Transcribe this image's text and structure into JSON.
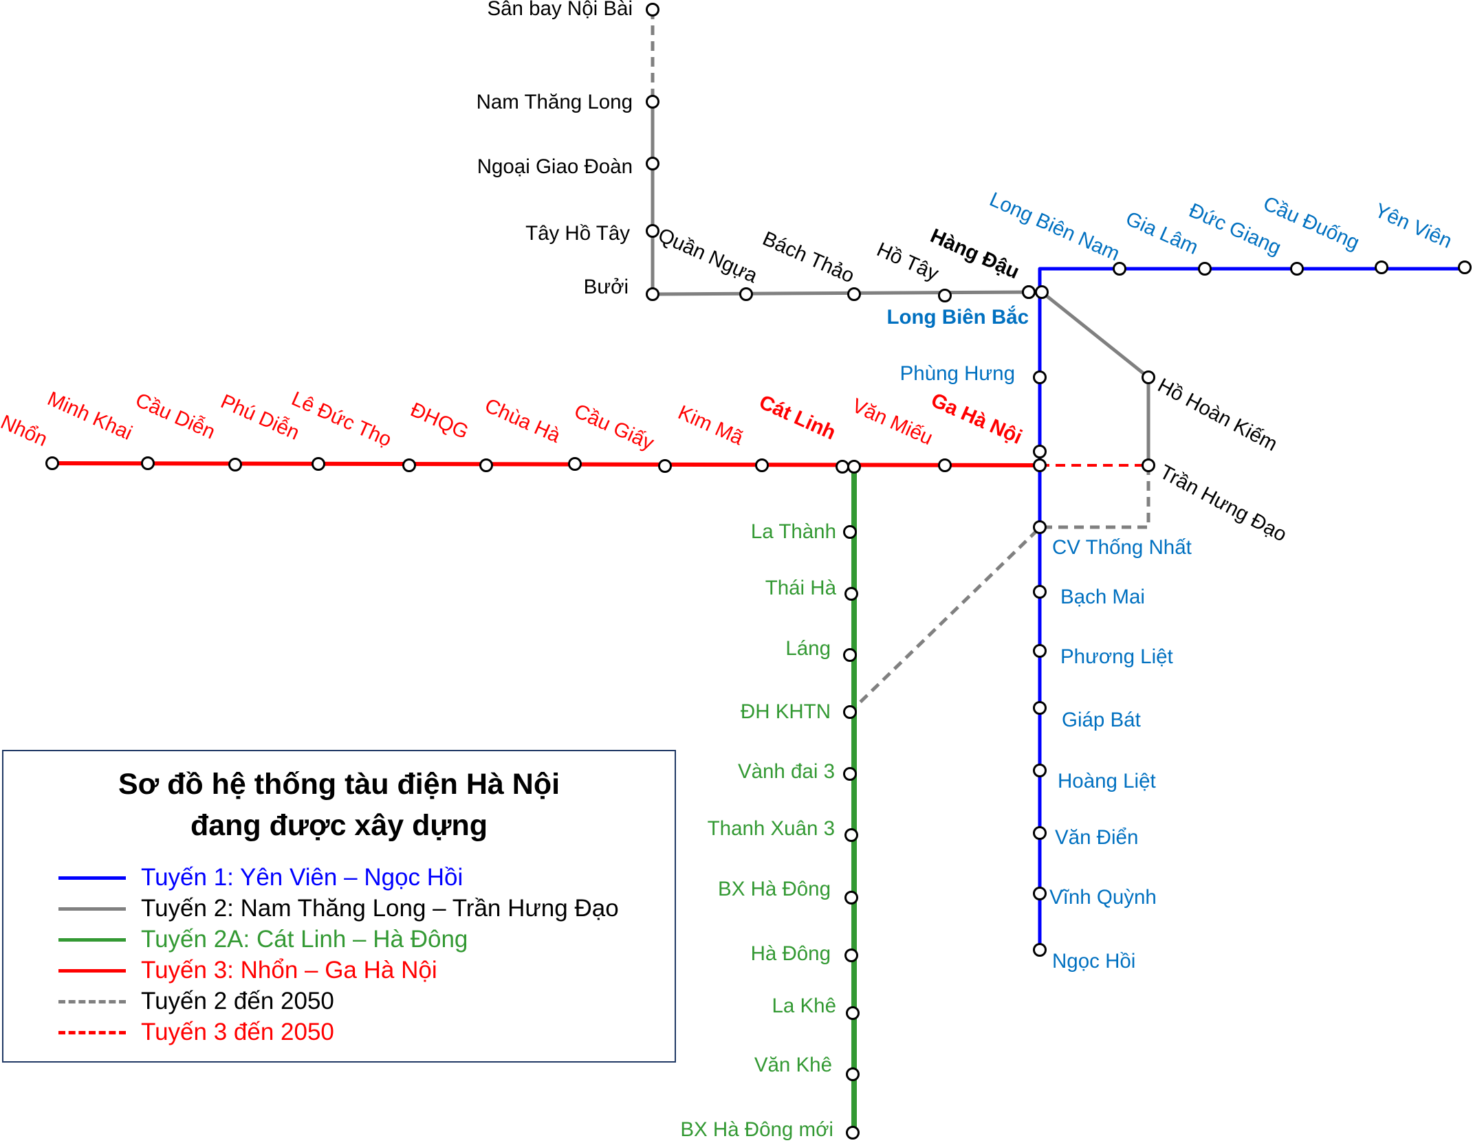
{
  "legend": {
    "title_line1": "Sơ đồ hệ thống tàu điện Hà Nội",
    "title_line2": "đang được xây dựng",
    "items": [
      {
        "label": "Tuyến 1: Yên Viên – Ngọc Hồi",
        "color": "#0000ff",
        "text_color": "#0000ff",
        "dashed": false
      },
      {
        "label": "Tuyến 2: Nam Thăng Long – Trần Hưng Đạo",
        "color": "#808080",
        "text_color": "#000000",
        "dashed": false
      },
      {
        "label": "Tuyến 2A: Cát Linh – Hà Đông",
        "color": "#339933",
        "text_color": "#339933",
        "dashed": false
      },
      {
        "label": "Tuyến 3: Nhổn – Ga Hà Nội",
        "color": "#ff0000",
        "text_color": "#ff0000",
        "dashed": false
      },
      {
        "label": "Tuyến 2 đến 2050",
        "color": "#808080",
        "text_color": "#000000",
        "dashed": true
      },
      {
        "label": "Tuyến 3 đến 2050",
        "color": "#ff0000",
        "text_color": "#ff0000",
        "dashed": true
      }
    ]
  },
  "colors": {
    "line1_blue": "#0000ff",
    "line1_label": "#0070c0",
    "line2_grey": "#808080",
    "line2a_green": "#339933",
    "line2a_label": "#339933",
    "line3_red": "#ff0000",
    "station_fill": "#ffffff",
    "station_stroke": "#000000"
  },
  "stations": {
    "line2": [
      "Sân bay Nội Bài",
      "Nam Thăng Long",
      "Ngoại Giao Đoàn",
      "Tây Hồ Tây",
      "Bưởi",
      "Quần Ngựa",
      "Bách Thảo",
      "Hồ Tây",
      "Hàng Đậu",
      "Hồ Hoàn Kiếm",
      "Trần Hưng Đạo"
    ],
    "line1": [
      "Yên Viên",
      "Cầu Đuống",
      "Đức Giang",
      "Gia Lâm",
      "Long Biên Nam",
      "Long Biên Bắc",
      "Phùng Hưng",
      "Ga Hà Nội",
      "CV Thống Nhất",
      "Bạch Mai",
      "Phương Liệt",
      "Giáp Bát",
      "Hoàng Liệt",
      "Văn Điển",
      "Vĩnh Quỳnh",
      "Ngọc Hồi"
    ],
    "line3": [
      "Nhổn",
      "Minh Khai",
      "Cầu Diễn",
      "Phú Diễn",
      "Lê Đức Thọ",
      "ĐHQG",
      "Chùa Hà",
      "Cầu Giấy",
      "Kim Mã",
      "Cát Linh",
      "Văn Miếu",
      "Ga Hà Nội"
    ],
    "line2a": [
      "Cát Linh",
      "La Thành",
      "Thái Hà",
      "Láng",
      "ĐH KHTN",
      "Vành đai 3",
      "Thanh Xuân 3",
      "BX Hà Đông",
      "Hà Đông",
      "La Khê",
      "Văn Khê",
      "BX Hà Đông mới"
    ]
  }
}
